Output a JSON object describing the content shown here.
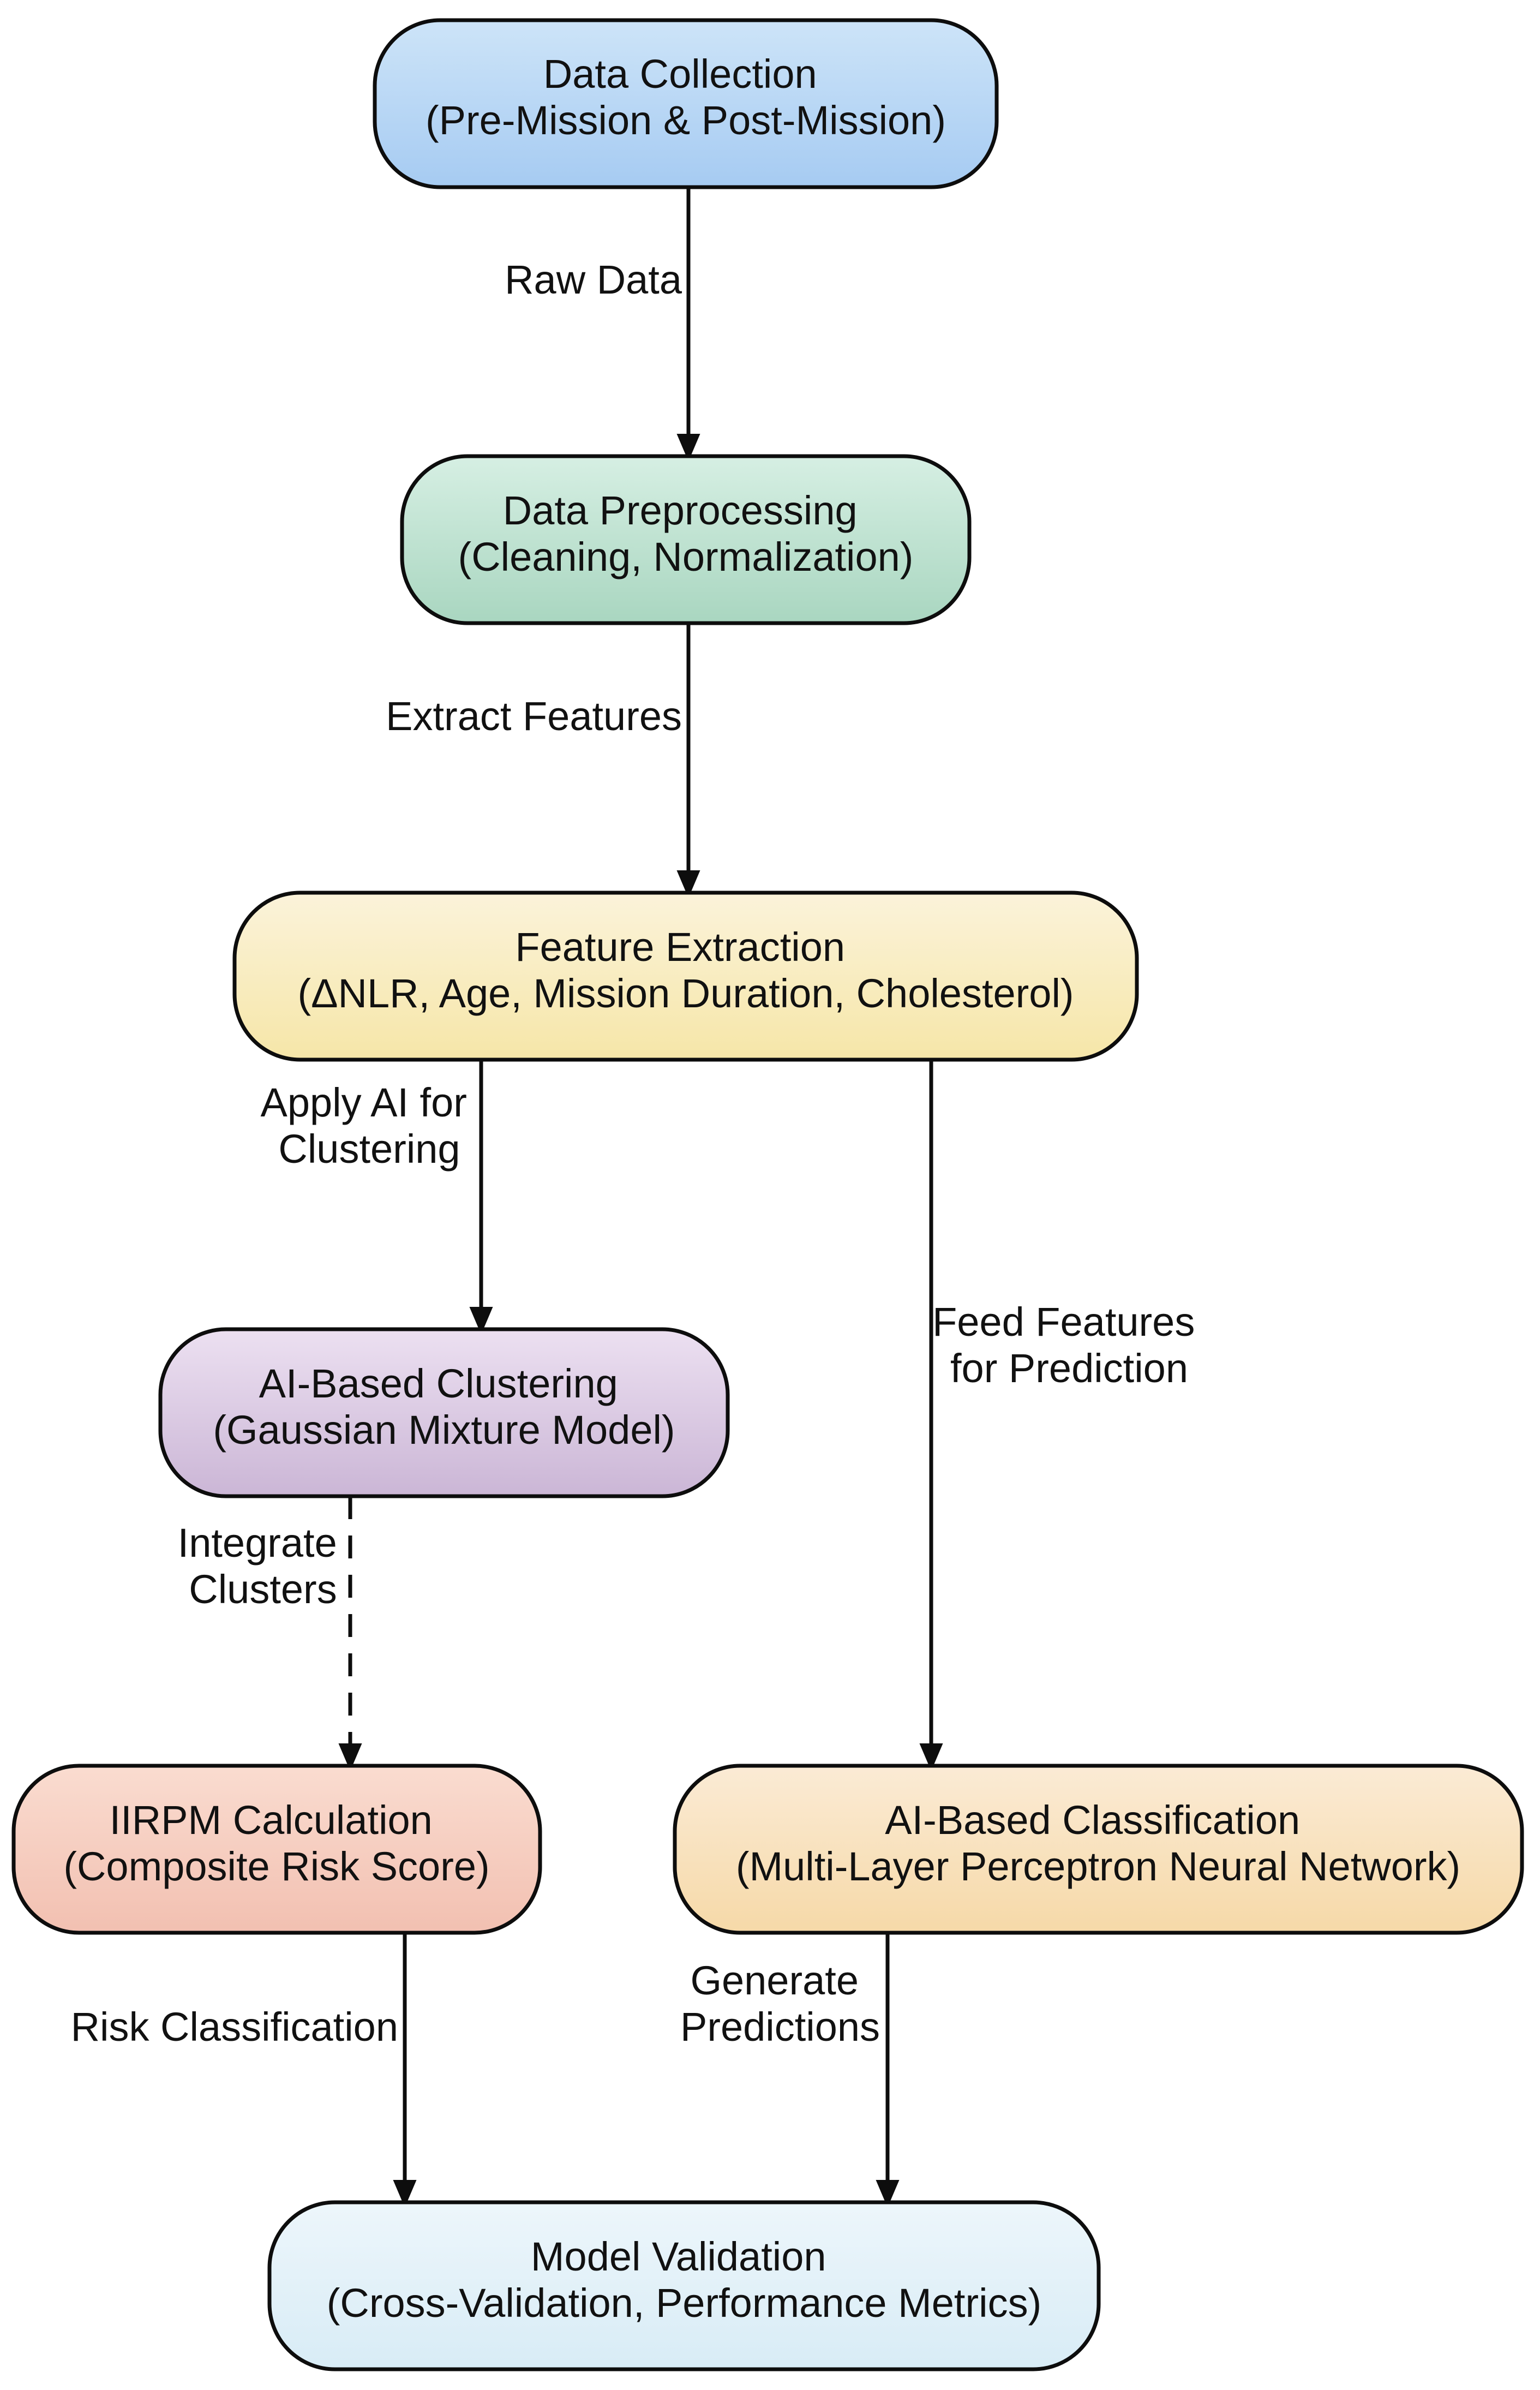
{
  "diagram": {
    "nodes": {
      "data_collection": {
        "line1": "Data Collection",
        "line2": "(Pre-Mission & Post-Mission)",
        "color_top": "#cde4f8",
        "color_bottom": "#a6cbf2"
      },
      "data_preprocessing": {
        "line1": "Data Preprocessing",
        "line2": "(Cleaning, Normalization)",
        "color_top": "#d6efe3",
        "color_bottom": "#a9d6c0"
      },
      "feature_extraction": {
        "line1": "Feature Extraction",
        "line2": "(ΔNLR, Age, Mission Duration, Cholesterol)",
        "color_top": "#fbf3da",
        "color_bottom": "#f6e6a8"
      },
      "ai_clustering": {
        "line1": "AI-Based Clustering",
        "line2": "(Gaussian Mixture Model)",
        "color_top": "#ece0f1",
        "color_bottom": "#cbb6d6"
      },
      "iirpm_calculation": {
        "line1": "IIRPM Calculation",
        "line2": "(Composite Risk Score)",
        "color_top": "#fadcd0",
        "color_bottom": "#f2c0b1"
      },
      "ai_classification": {
        "line1": "AI-Based Classification",
        "line2": "(Multi-Layer Perceptron Neural Network)",
        "color_top": "#fbebd5",
        "color_bottom": "#f6d9a8"
      },
      "model_validation": {
        "line1": "Model Validation",
        "line2": "(Cross-Validation, Performance Metrics)",
        "color_top": "#edf6fb",
        "color_bottom": "#d8ecf6"
      }
    },
    "edges": {
      "raw_data": {
        "line1": "Raw Data"
      },
      "extract_features": {
        "line1": "Extract Features"
      },
      "apply_ai": {
        "line1": "Apply AI for",
        "line2": "Clustering"
      },
      "feed_features": {
        "line1": "Feed Features",
        "line2": "for Prediction"
      },
      "integrate_clusters": {
        "line1": "Integrate",
        "line2": "Clusters"
      },
      "risk_classification": {
        "line1": "Risk Classification"
      },
      "generate_predictions": {
        "line1": "Generate",
        "line2": "Predictions"
      }
    }
  }
}
